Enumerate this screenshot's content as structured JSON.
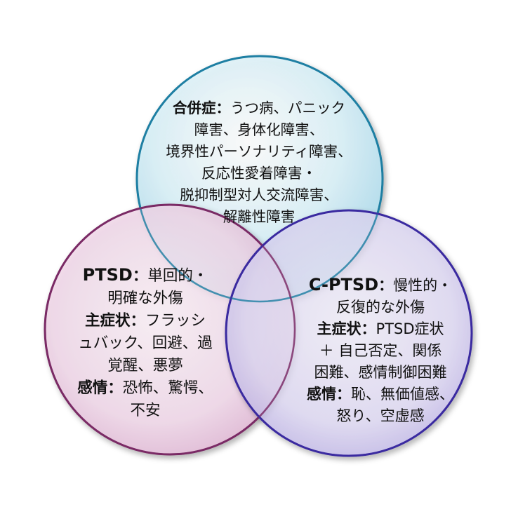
{
  "colors": {
    "top_circle_fill": "#b8e3f0",
    "top_circle_stroke": "#1f7fa3",
    "left_circle_fill": "#efcde4",
    "left_circle_stroke": "#7a2a65",
    "right_circle_fill": "#d7d0f0",
    "right_circle_stroke": "#3b2aa0",
    "text": "#111111"
  },
  "top": {
    "term": "合併症",
    "sep": "：",
    "lines": [
      "うつ病、パニック",
      "障害、身体化障害、",
      "境界性パーソナリティ障害、",
      "反応性愛着障害・",
      "脱抑制型対人交流障害、",
      "解離性障害"
    ]
  },
  "left": {
    "title": "PTSD",
    "title_sep": "：",
    "title_desc1": "単回的・",
    "title_desc2": "明確な外傷",
    "symptom_term": "主症状",
    "symptom_sep": "：",
    "symptom1": "フラッシ",
    "symptom2": "ュバック、回避、過",
    "symptom3": "覚醒、悪夢",
    "emotion_term": "感情",
    "emotion_sep": "：",
    "emotion1": "恐怖、驚愕、",
    "emotion2": "不安"
  },
  "right": {
    "title": "C-PTSD",
    "title_sep": "：",
    "title_desc1": "慢性的・",
    "title_desc2": "反復的な外傷",
    "symptom_term": "主症状",
    "symptom_sep": "：",
    "symptom1": "PTSD症状",
    "symptom2": "＋ 自己否定、関係",
    "symptom3": "困難、感情制御困難",
    "emotion_term": "感情",
    "emotion_sep": "：",
    "emotion1": "恥、無価値感、",
    "emotion2": "怒り、空虚感"
  }
}
